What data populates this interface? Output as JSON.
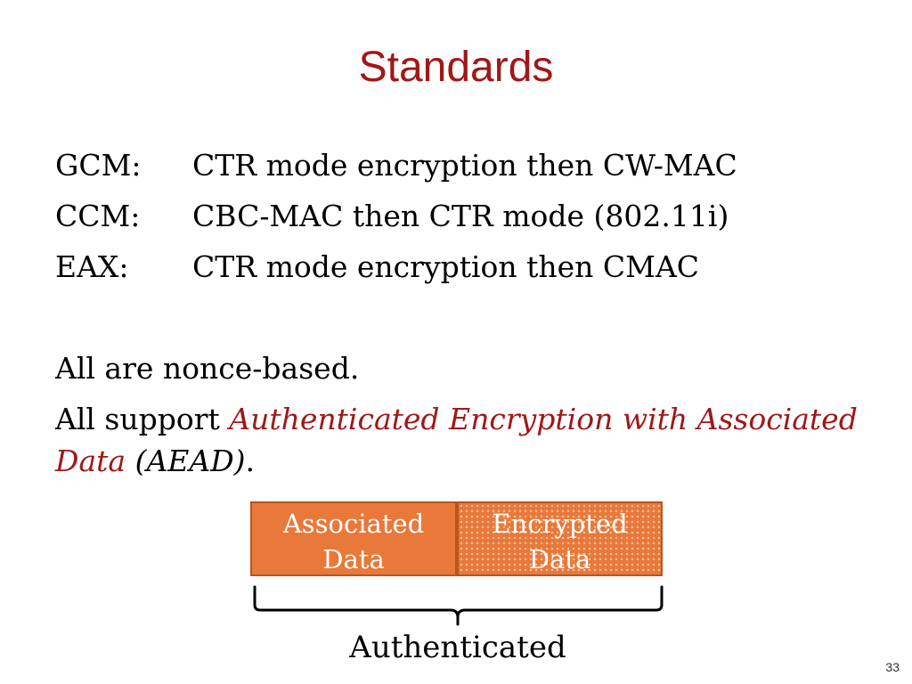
{
  "slide": {
    "title": "Standards",
    "standards": [
      {
        "name": "GCM:",
        "description": "CTR mode encryption then CW-MAC"
      },
      {
        "name": "CCM:",
        "description": "CBC-MAC then CTR mode (802.11i)"
      },
      {
        "name": "EAX:",
        "description": "CTR mode encryption then CMAC"
      }
    ],
    "nonce_text": "All are nonce-based.",
    "support_prefix": "All support ",
    "aead_term_part1": "Authenticated Encryption with Associated",
    "aead_term_part2": "Data",
    "aead_abbrev": "(AEAD)",
    "support_suffix": ".",
    "diagram": {
      "associated_line1": "Associated",
      "associated_line2": "Data",
      "encrypted_line1": "Encrypted",
      "encrypted_line2": "Data",
      "authenticated_label": "Authenticated"
    },
    "page_number": "33",
    "colors": {
      "title": "#a01818",
      "highlight": "#a01818",
      "box_fill": "#e8793a",
      "box_border": "#b8561c"
    }
  }
}
